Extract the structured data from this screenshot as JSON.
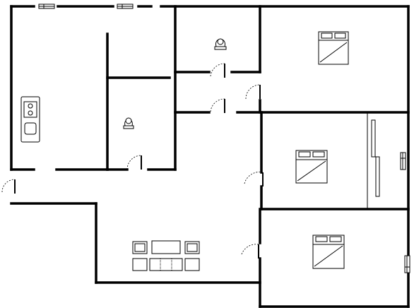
{
  "plan": {
    "title": "",
    "rooms": [
      {
        "id": "kitchen",
        "icon": "stove-icon"
      },
      {
        "id": "bathroom-left",
        "icon": "toilet-icon"
      },
      {
        "id": "bathroom-top",
        "icon": "toilet-icon"
      },
      {
        "id": "bedroom-master",
        "icon": "double-bed-icon"
      },
      {
        "id": "bedroom-middle",
        "icon": "double-bed-icon"
      },
      {
        "id": "bedroom-bottom",
        "icon": "double-bed-icon"
      },
      {
        "id": "living-room",
        "icon": "sofa-set-icon"
      }
    ],
    "door_count": 8,
    "window_count": 4,
    "colors": {
      "wall": "#000000",
      "background": "#ffffff"
    }
  }
}
